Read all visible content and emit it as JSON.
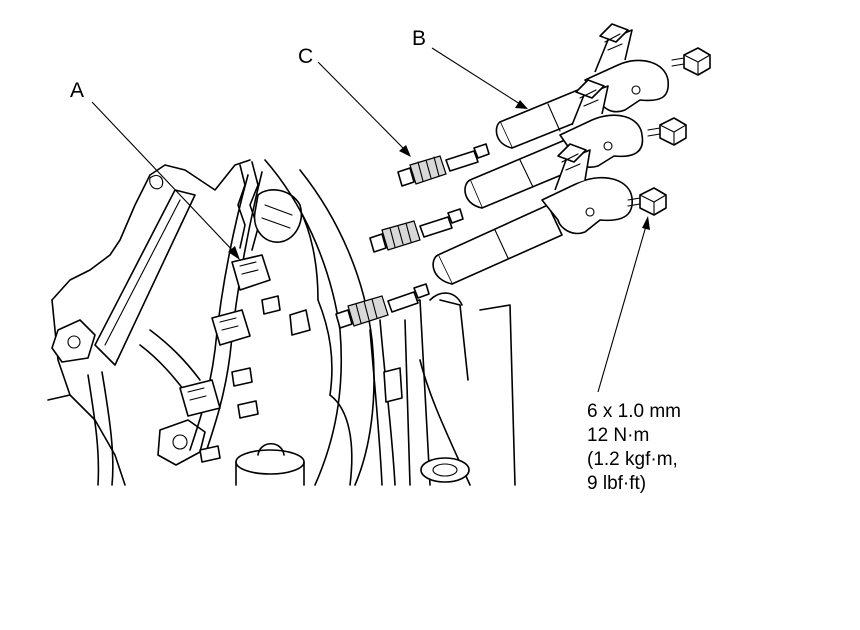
{
  "callouts": {
    "a": "A",
    "b": "B",
    "c": "C"
  },
  "spec": {
    "line1": "6 x 1.0 mm",
    "line2": "12 N·m",
    "line3": "(1.2 kgf·m,",
    "line4": "9 lbf·ft)"
  }
}
